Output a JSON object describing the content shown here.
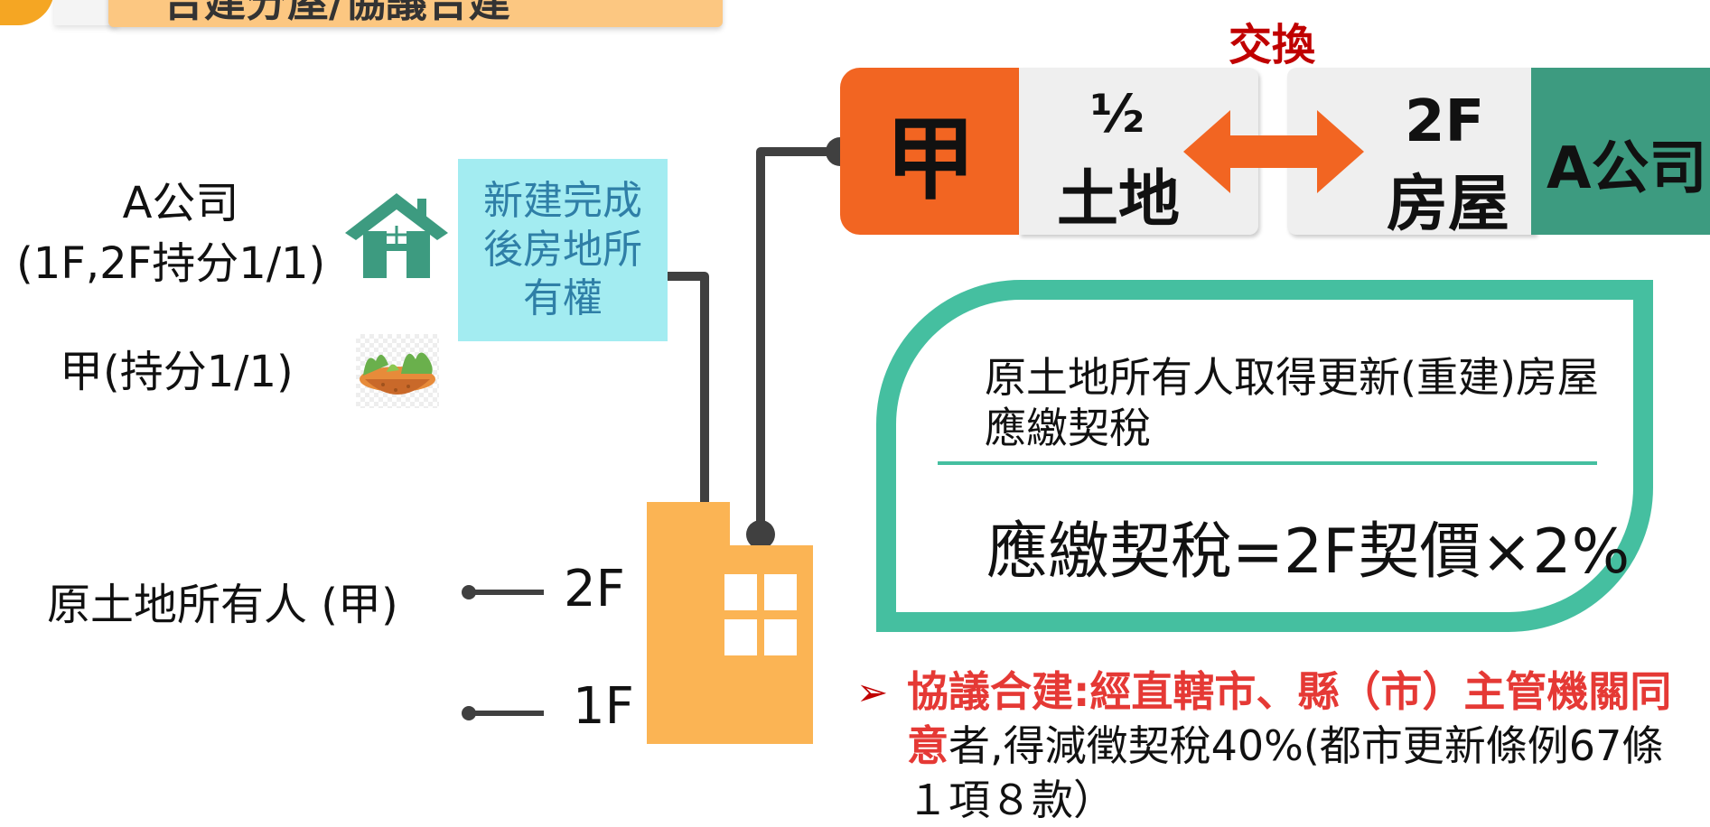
{
  "title_banner": {
    "text": "合建分屋/協議合建"
  },
  "left_labels": {
    "a_company_name": "A公司",
    "a_company_share": "(1F,2F持分1/1)",
    "jia_share": "甲(持分1/1)",
    "original_owner": "原土地所有人 (甲)"
  },
  "newbuild_box": {
    "text": "新建完成後房地所有權"
  },
  "floors": {
    "f2": "2F",
    "f1": "1F"
  },
  "exchange": {
    "header": "交換",
    "left_party": "甲",
    "left_item_fraction": "½",
    "left_item": "土地",
    "right_item_floor": "2F",
    "right_item": "房屋",
    "right_party": "A公司"
  },
  "tax_box": {
    "description": "原土地所有人取得更新(重建)房屋應繳契稅",
    "formula": "應繳契稅=2F契價×2%"
  },
  "note": {
    "bullet": "➢",
    "highlight": "協議合建:經直轄市、縣（市）主管機關同意",
    "rest": "者,得減徵契稅40%(都市更新條例67條１項８款）"
  },
  "colors": {
    "orange": "#f26522",
    "teal": "#3d9b80",
    "box_green": "#45bfa0",
    "cyan_box": "#a3ecf1",
    "building": "#fbb454",
    "red_text": "#c00000"
  },
  "icons": [
    "house-icon",
    "land-icon",
    "building-icon",
    "double-arrow-icon",
    "arrow-bullet-icon"
  ]
}
